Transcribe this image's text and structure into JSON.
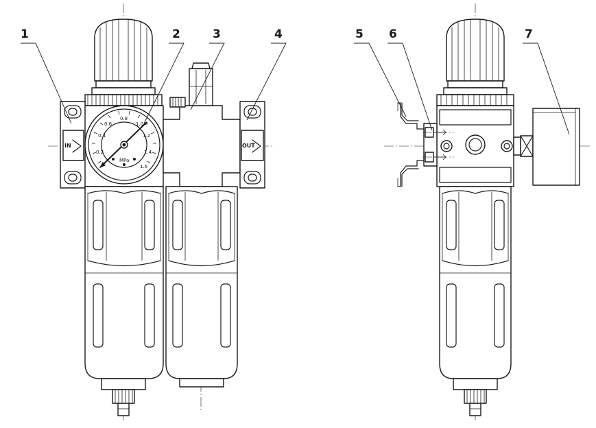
{
  "callouts": [
    "1",
    "2",
    "3",
    "4",
    "5",
    "6",
    "7"
  ],
  "gauge": {
    "scale_labels": [
      "0.2",
      "0.4",
      "0.6",
      "0.8",
      "1.0",
      "1.2",
      "1.4",
      "1.6"
    ],
    "unit": "MPa"
  },
  "ports": {
    "in": "IN",
    "out": "OUT"
  }
}
